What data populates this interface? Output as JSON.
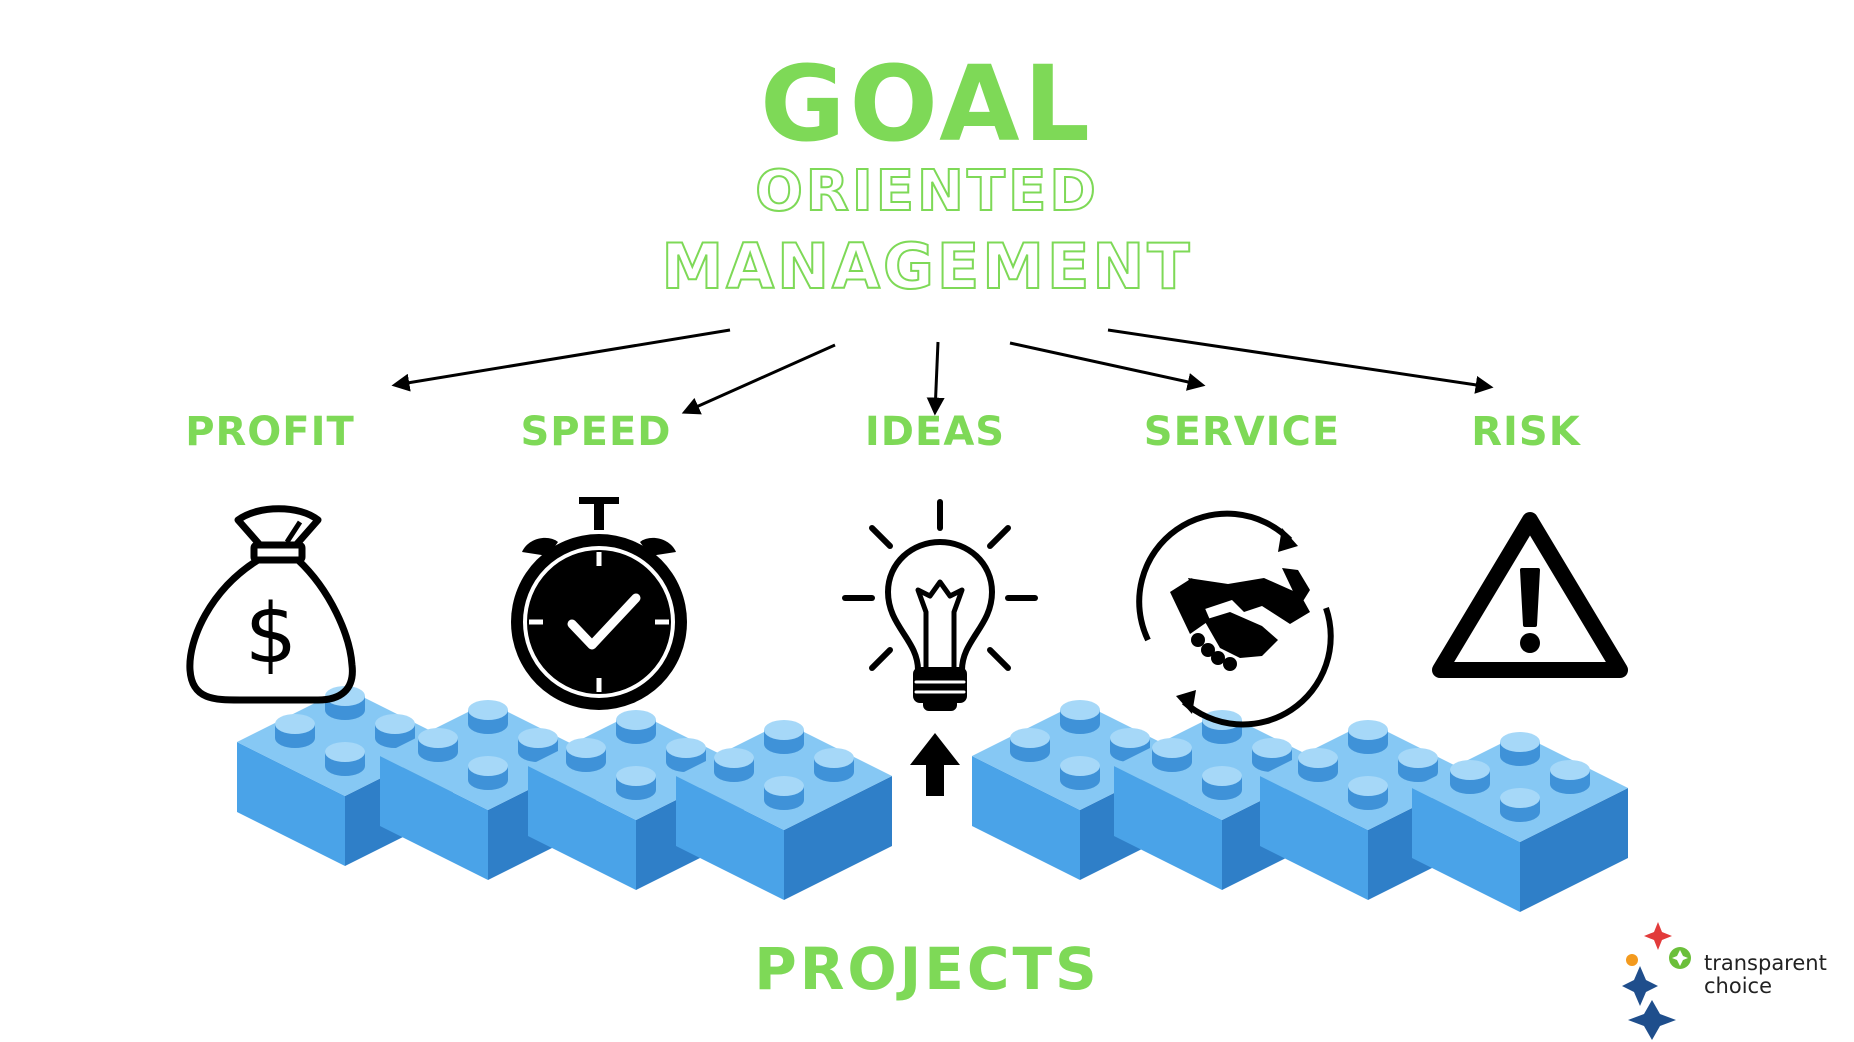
{
  "title": {
    "line1": "GOAL",
    "line2": "ORIENTED",
    "line3": "MANAGEMENT"
  },
  "categories": [
    {
      "label": "PROFIT",
      "icon": "money-bag-icon"
    },
    {
      "label": "SPEED",
      "icon": "stopwatch-icon"
    },
    {
      "label": "IDEAS",
      "icon": "lightbulb-icon"
    },
    {
      "label": "SERVICE",
      "icon": "handshake-icon"
    },
    {
      "label": "RISK",
      "icon": "warning-icon"
    }
  ],
  "footer_label": "PROJECTS",
  "logo": {
    "line1": "transparent",
    "line2": "choice"
  },
  "colors": {
    "accent_green": "#7ed957",
    "brick_blue": "#4aa3e8",
    "icon_black": "#000000"
  }
}
